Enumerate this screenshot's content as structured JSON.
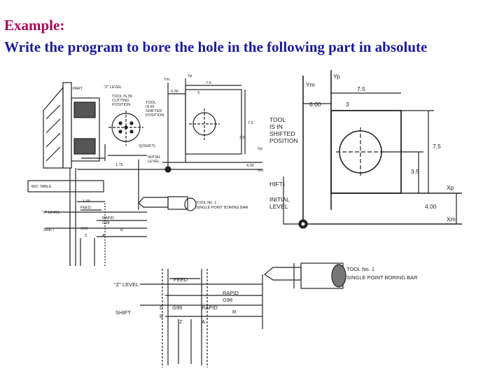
{
  "slide": {
    "title": "Example:",
    "subtitle": "Write the program to bore the hole in the following part in absolute"
  },
  "colors": {
    "title": "#b0005a",
    "subtitle": "#1b1b99",
    "ink": "#222222"
  },
  "small_drawing": {
    "part": "PART",
    "z_level": "\"Z\" LEVEL",
    "tool_cutting": [
      "TOOL IS IN",
      "CUTTING",
      "POSITION"
    ],
    "tool_shifted": [
      "TOOL",
      "IS IN",
      "SHIFTED",
      "POSITION"
    ],
    "q_shift": "Q(SHIFT)",
    "initial_level": [
      "INITIAL",
      "LEVEL"
    ],
    "mc_table": "M/C TABLE",
    "dim_100": "1.00",
    "dim_175": "1.75",
    "dim_75": "7.5",
    "dim_600": "6.00",
    "dim_3": "3",
    "dim_35": "3.5",
    "dim_400": "4.00",
    "ym": "Ym",
    "yp": "Yp",
    "xp": "Xp",
    "xm": "Xm",
    "tool_no": "TOOL No. 1",
    "tool_desc": "SINGLE POINT BORING BAR",
    "feed": "FEED",
    "z_level2": "\"Z\" LEVEL",
    "rapid": "RAPID",
    "g98": "G98",
    "shift": "SHIFT",
    "g99": "G99",
    "r": "R",
    "z": "Z",
    "a": "A"
  },
  "large_drawing": {
    "ym": "Ym",
    "yp": "Yp",
    "dim_75": "7.5",
    "dim_600": "6.00",
    "dim_3": "3",
    "tool_shifted": [
      "TOOL",
      "IS IN",
      "SHIFTED",
      "POSITION"
    ],
    "dim_75v": "7.5",
    "dim_35": "3.5",
    "xp": "Xp",
    "shift": "HIFT)",
    "initial": [
      "INITIAL",
      "LEVEL"
    ],
    "dim_400": "4.00",
    "xm": "Xm"
  },
  "detail_drawing": {
    "feed": "FEED",
    "z_level": "\"Z\" LEVEL",
    "rapid": "RAPID",
    "g98": "G98",
    "shift": "SHIFT",
    "c": "C",
    "b": "B",
    "g99": "G99",
    "rapid2": "RAPID",
    "r": "R",
    "z": "Z",
    "a": "A",
    "tool_no": "TOOL No. 1",
    "tool_desc": "SINGLE POINT BORING BAR"
  }
}
